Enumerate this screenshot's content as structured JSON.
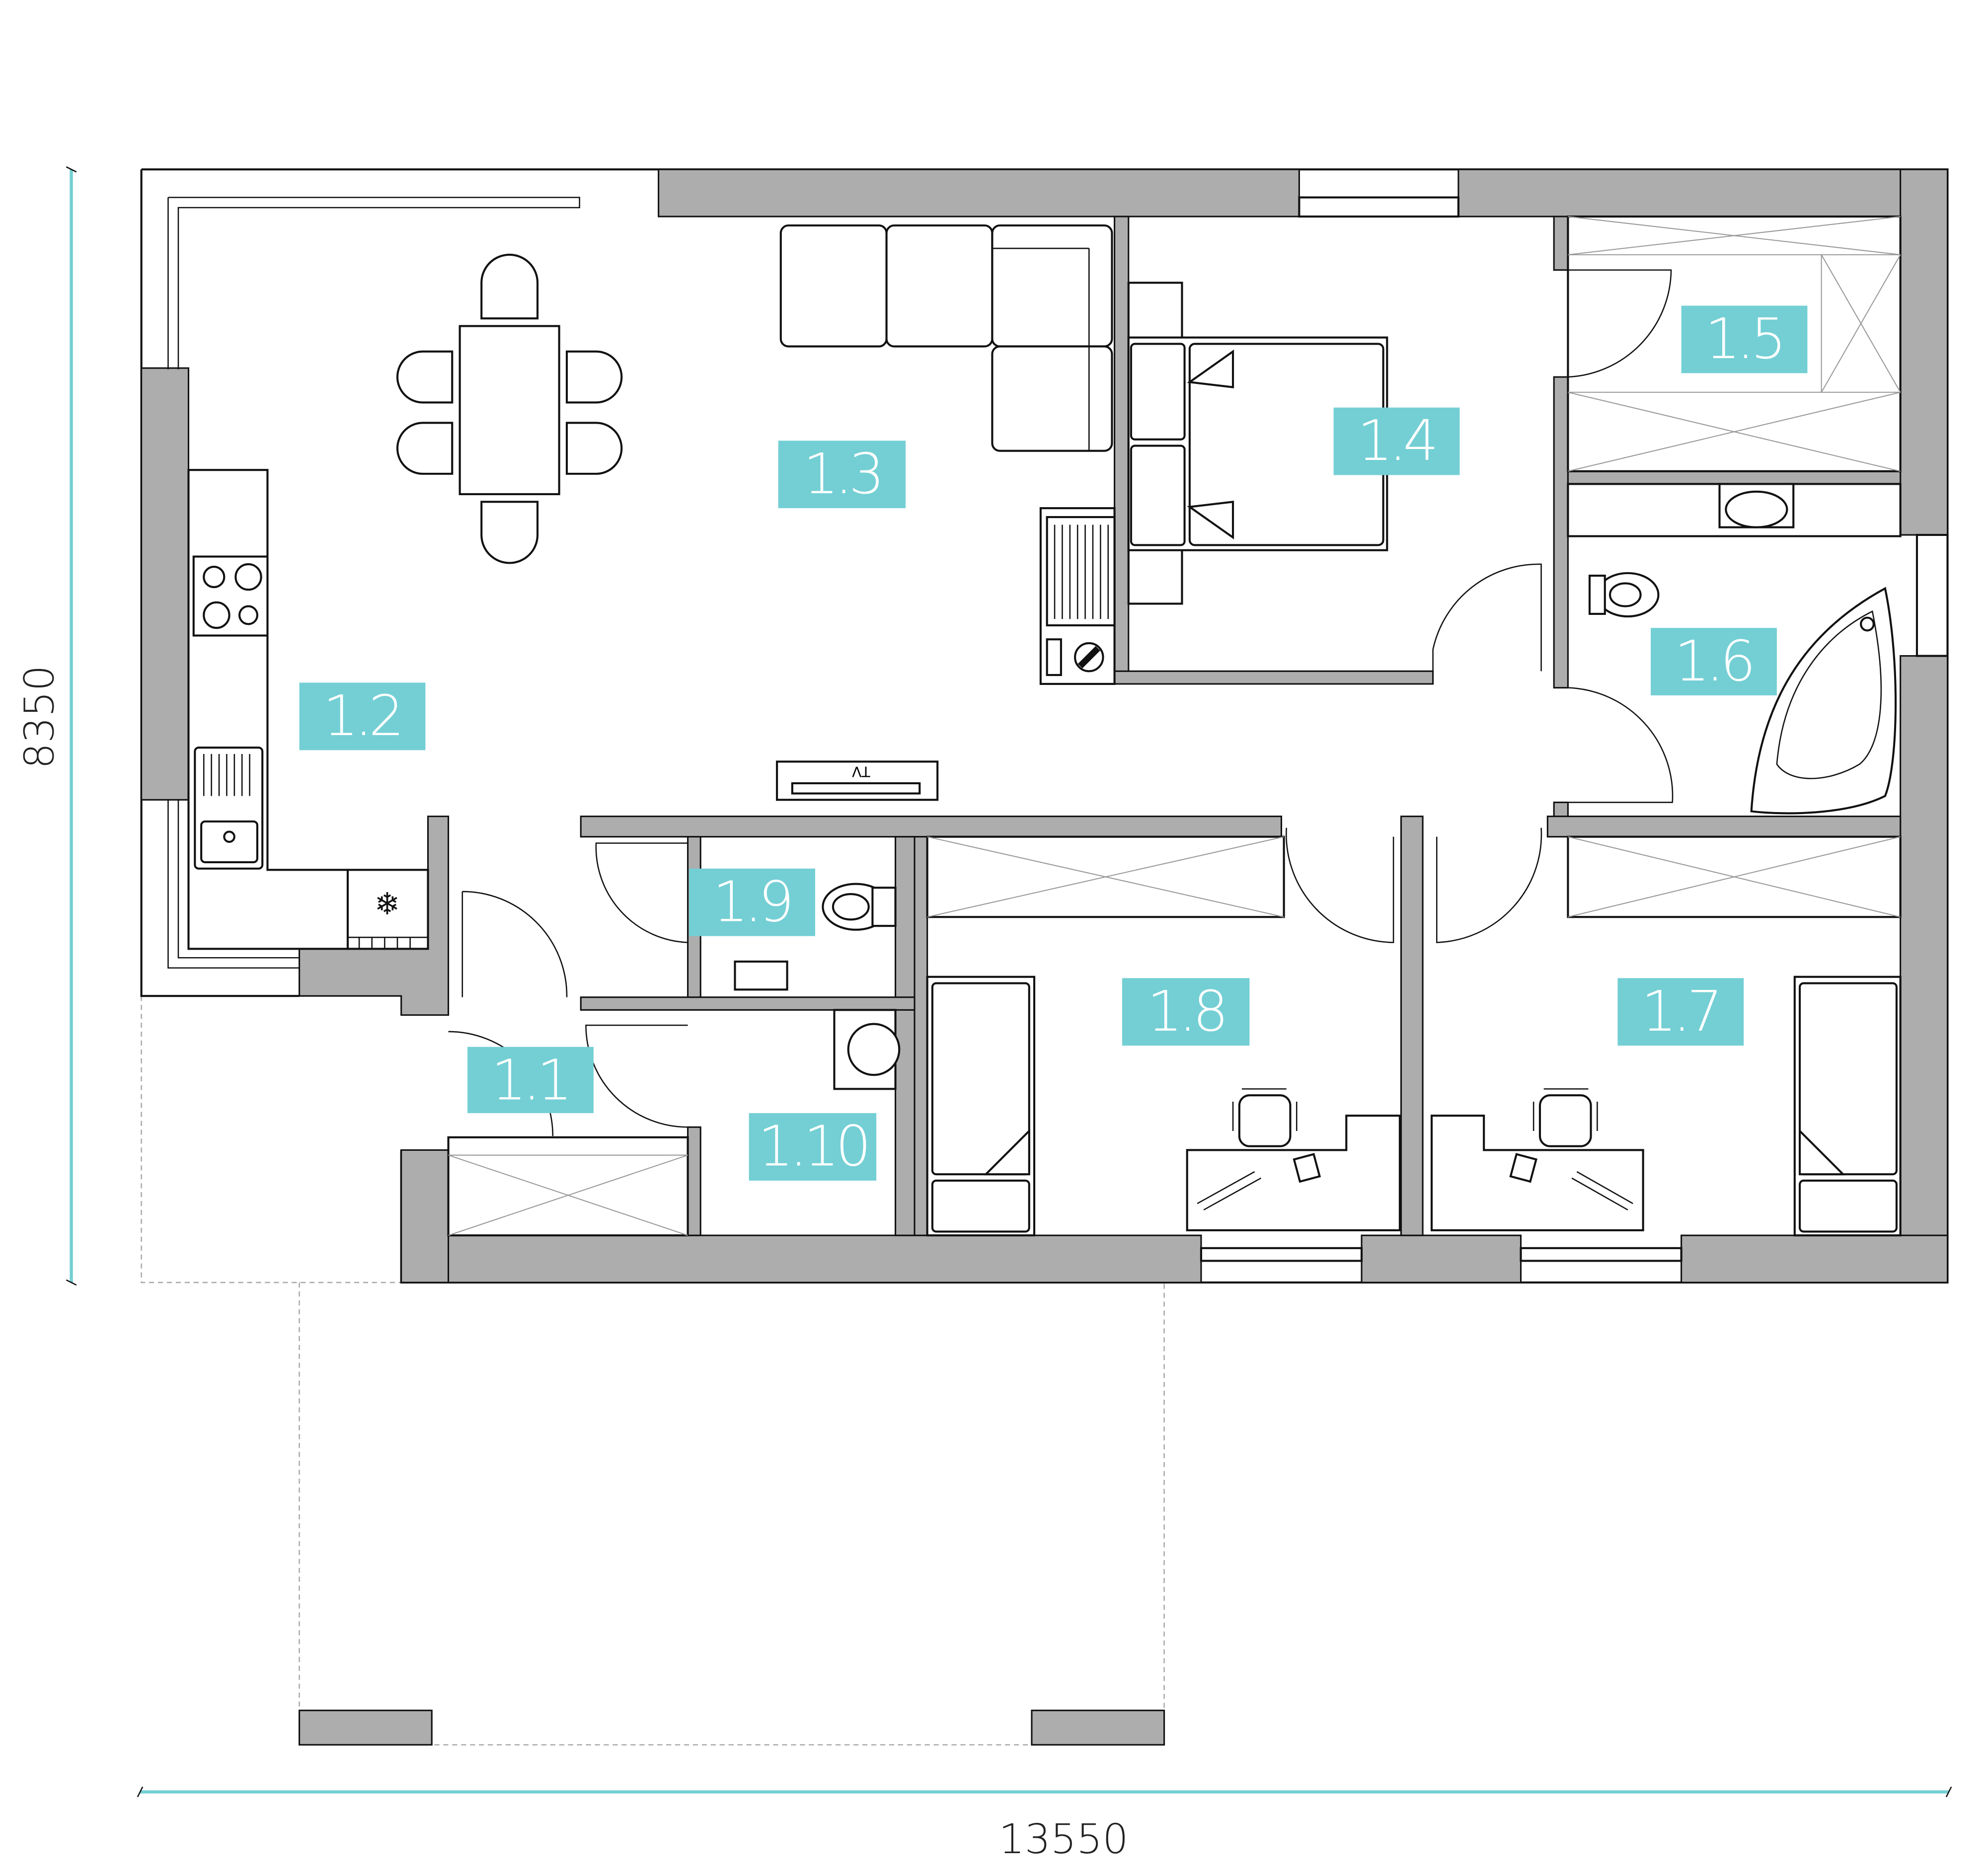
{
  "title": "Floor plan",
  "colors": {
    "accent": "#73cfd4",
    "wall": "#adadad"
  },
  "dimensions": {
    "width": "13550",
    "height": "8350"
  },
  "rooms": [
    {
      "id": "1.1"
    },
    {
      "id": "1.2"
    },
    {
      "id": "1.3"
    },
    {
      "id": "1.4"
    },
    {
      "id": "1.5"
    },
    {
      "id": "1.6"
    },
    {
      "id": "1.7"
    },
    {
      "id": "1.8"
    },
    {
      "id": "1.9"
    },
    {
      "id": "1.10"
    }
  ],
  "tv_label": "TV"
}
